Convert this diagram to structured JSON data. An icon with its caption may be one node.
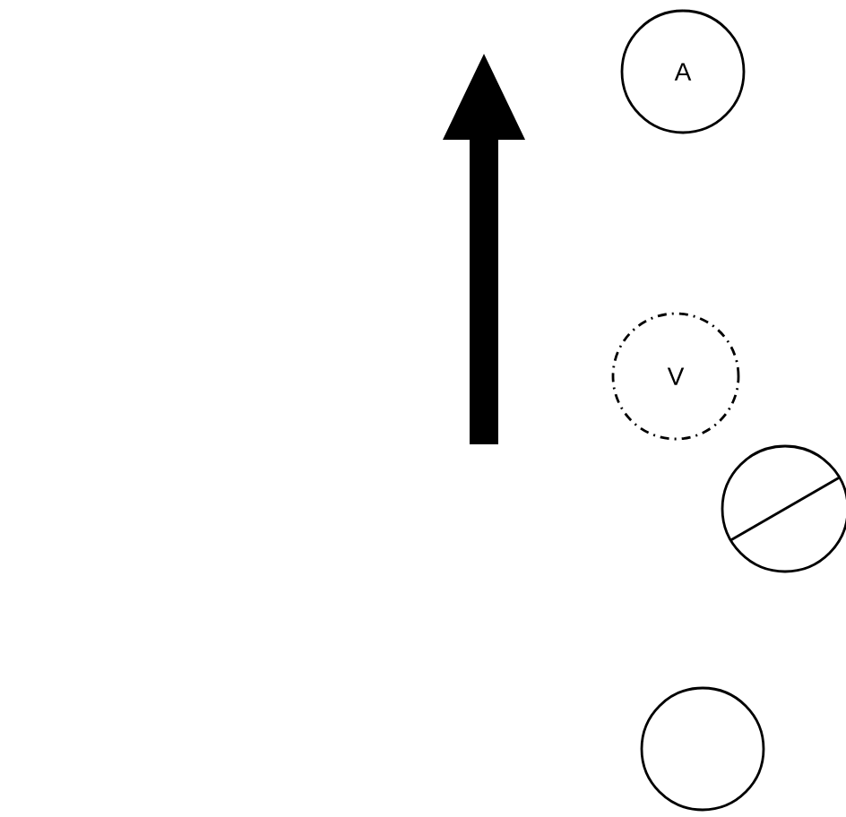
{
  "diagram": {
    "nodes": [
      {
        "text": [
          "A"
        ]
      },
      {
        "text": [
          "V"
        ]
      },
      {
        "text": [],
        "shape": "circle"
      },
      {
        "text": [],
        "shape": "circle"
      }
    ]
  }
}
